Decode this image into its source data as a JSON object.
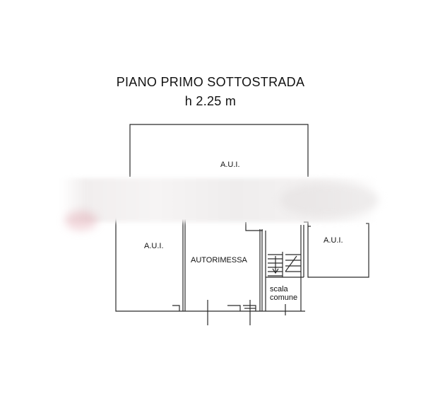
{
  "title": {
    "line1": "PIANO PRIMO SOTTOSTRADA",
    "line2": "h 2.25 m"
  },
  "rooms": {
    "aui_top": "A.U.I.",
    "aui_left": "A.U.I.",
    "aui_right": "A.U.I.",
    "garage": "AUTORIMESSA",
    "stair_line1": "scala",
    "stair_line2": "comune"
  },
  "colors": {
    "line": "#2a2a2a",
    "blur_tint": "#e9c9cc"
  }
}
